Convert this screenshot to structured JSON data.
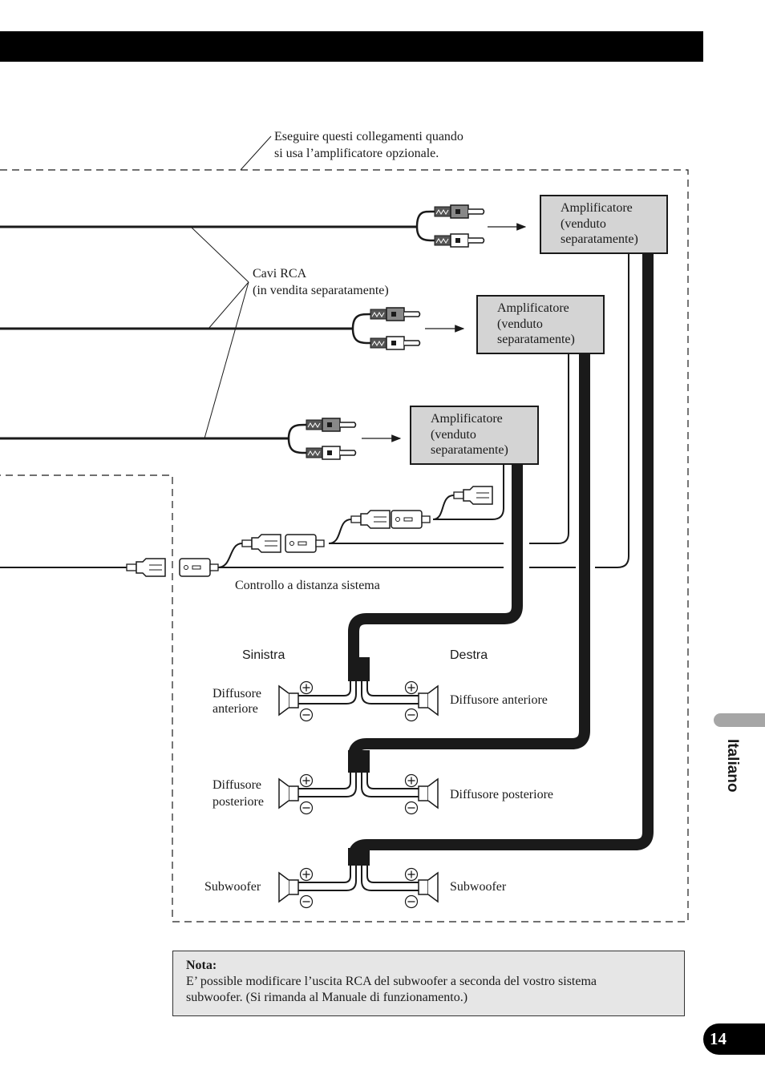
{
  "header": {
    "bar_color": "#000000"
  },
  "callout": {
    "optional_amp_note": [
      "Eseguire questi collegamenti quando",
      "si usa l’amplificatore opzionale."
    ]
  },
  "rca_label": [
    "Cavi RCA",
    "(in vendita separatamente)"
  ],
  "amplifiers": [
    {
      "lines": [
        "Amplificatore",
        "(venduto",
        "separatamente)"
      ]
    },
    {
      "lines": [
        "Amplificatore",
        "(venduto",
        "separatamente)"
      ]
    },
    {
      "lines": [
        "Amplificatore",
        "(venduto",
        "separatamente)"
      ]
    }
  ],
  "remote_label": "Controllo a distanza sistema",
  "sides": {
    "left": "Sinistra",
    "right": "Destra"
  },
  "speakers": {
    "front_left": [
      "Diffusore",
      "anteriore"
    ],
    "front_right": "Diffusore anteriore",
    "rear_left": [
      "Diffusore",
      "posteriore"
    ],
    "rear_right": "Diffusore posteriore",
    "sub_left": "Subwoofer",
    "sub_right": "Subwoofer"
  },
  "polarity": {
    "plus": "+",
    "minus": "−"
  },
  "note": {
    "title": "Nota:",
    "lines": [
      "E’ possible modificare l’uscita RCA del subwoofer a seconda del vostro sistema",
      "subwoofer. (Si rimanda al Manuale di funzionamento.)"
    ]
  },
  "side_tab": {
    "language": "Italiano",
    "tab_color": "#a6a6a6"
  },
  "page_number": "14",
  "colors": {
    "amp_box": "#d4d4d4",
    "note_box": "#e6e6e6",
    "cable": "#1a1a1a"
  }
}
